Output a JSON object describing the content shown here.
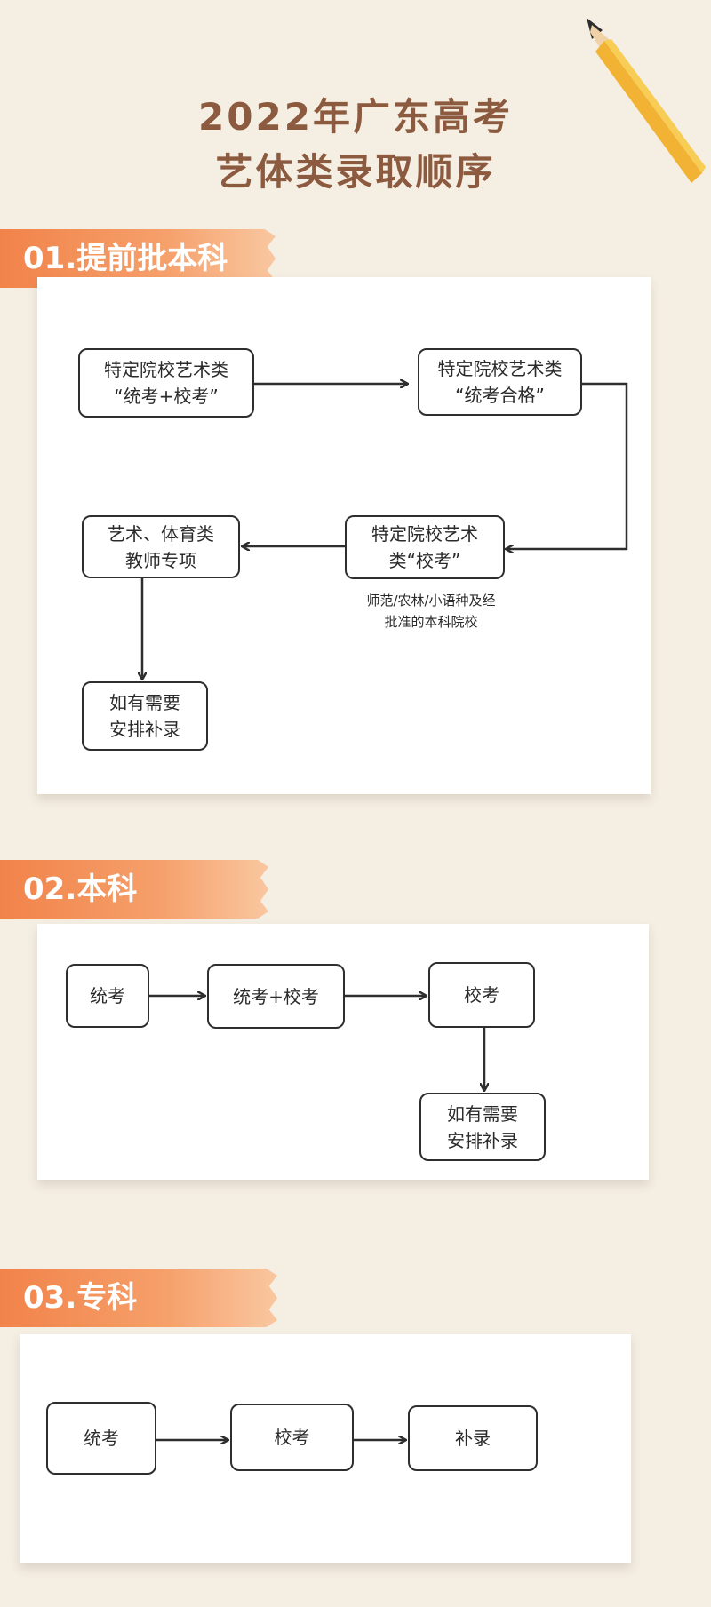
{
  "title": {
    "line1": "2022年广东高考",
    "line2": "艺体类录取顺序"
  },
  "sections": [
    {
      "label": "01.提前批本科",
      "boxes": {
        "b1": "特定院校艺术类\n“统考+校考”",
        "b2": "特定院校艺术类\n“统考合格”",
        "b3": "特定院校艺术\n类“校考”",
        "b4": "艺术、体育类\n教师专项",
        "b5": "如有需要\n安排补录"
      },
      "note": "师范/农林/小语种及经\n批准的本科院校"
    },
    {
      "label": "02.本科",
      "boxes": {
        "b1": "统考",
        "b2": "统考+校考",
        "b3": "校考",
        "b4": "如有需要\n安排补录"
      }
    },
    {
      "label": "03.专科",
      "boxes": {
        "b1": "统考",
        "b2": "校考",
        "b3": "补录"
      }
    }
  ],
  "colors": {
    "background": "#f4eee3",
    "title": "#8c5a3f",
    "tag": "#f1834a",
    "line": "#2e2e2e"
  },
  "icons": [
    "pencil-icon"
  ]
}
